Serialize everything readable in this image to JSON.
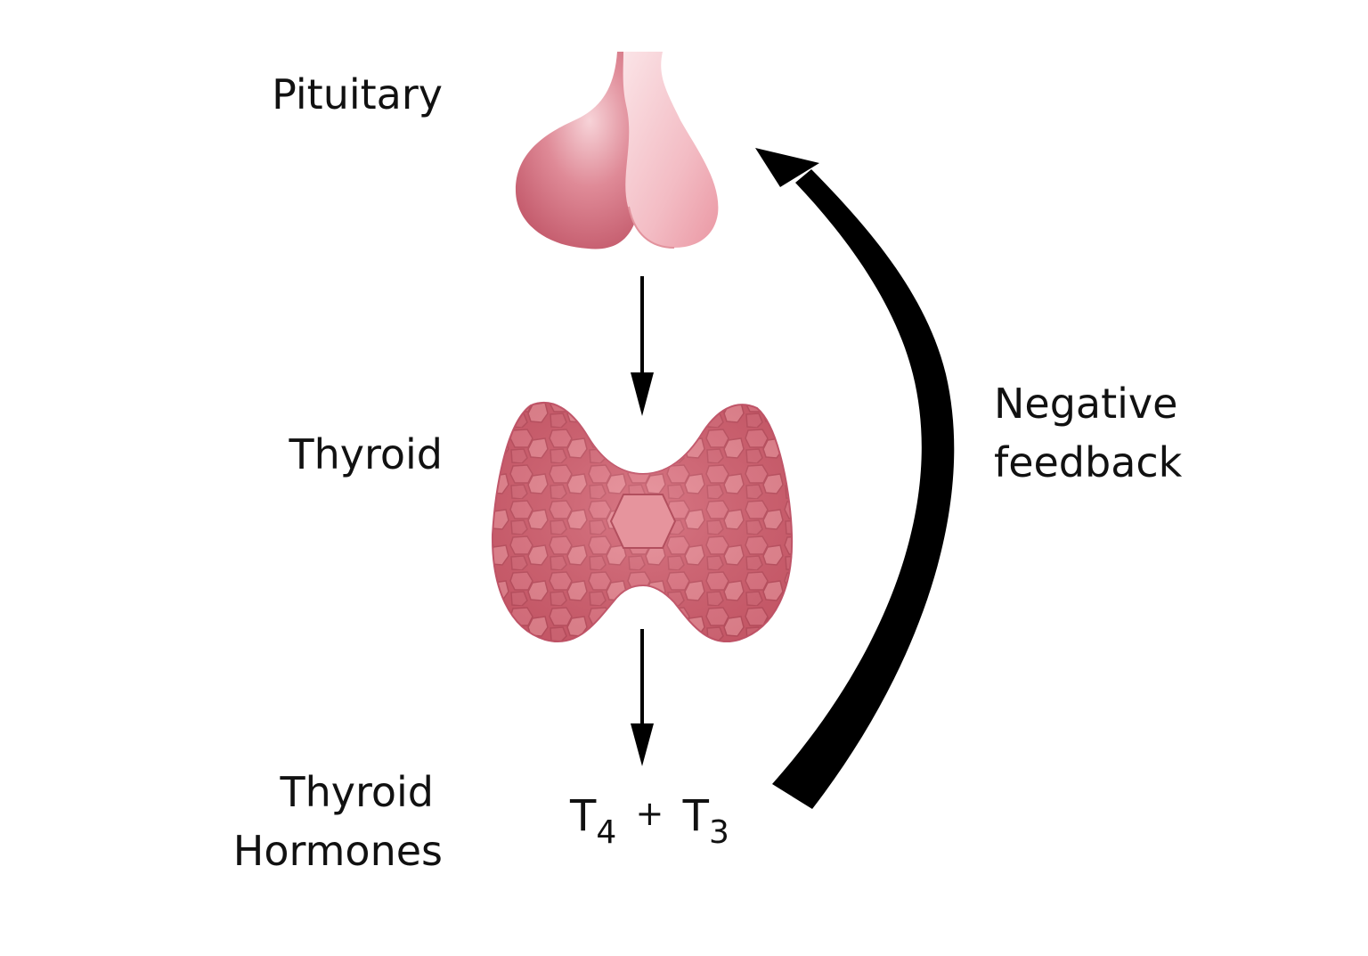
{
  "labels": {
    "pituitary": "Pituitary",
    "thyroid": "Thyroid",
    "hormones_line1": "Thyroid",
    "hormones_line2": "Hormones",
    "feedback_line1": "Negative",
    "feedback_line2": "feedback"
  },
  "formula": {
    "t": "T",
    "t4_sub": "4",
    "plus": "+",
    "t3_sub": "3"
  },
  "colors": {
    "pituitary_dark": "#c65a6b",
    "pituitary_light": "#f2b7bf",
    "thyroid": "#c95f6e",
    "thyroid_cell": "#e08a95",
    "arrow": "#000000"
  }
}
